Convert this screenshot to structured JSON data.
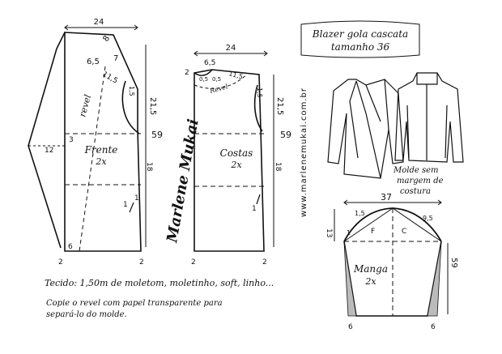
{
  "title": {
    "line1": "Blazer gola cascata",
    "line2": "tamanho 36"
  },
  "front": {
    "label": "Frente",
    "qty": "2x",
    "revel": "revel",
    "m_top": "24",
    "m_collar": "8",
    "m_shoulder_w": "6,5",
    "m_neck_side": "7",
    "m_shoulder": "11,5",
    "m_d15": "1,5",
    "m_bust_h": "21,5",
    "m_total_h": "59",
    "m_12": "12",
    "m_3": "3",
    "m_lower": "18",
    "m_1": "1",
    "m_hem": "6",
    "m_2a": "2",
    "m_2b": "2",
    "m_1b": "1"
  },
  "back": {
    "label": "Costas",
    "qty": "2x",
    "revel": "Revel",
    "m_top": "24",
    "m_neck_w": "6,5",
    "m_2": "2",
    "m_05a": "0,5",
    "m_05b": "0,5",
    "m_shoulder": "11,5",
    "m_d15": "1,5",
    "m_bust_h": "21,5",
    "m_total_h": "59",
    "m_lower": "18",
    "m_1": "1",
    "m_2a": "2",
    "m_2b": "2"
  },
  "sleeve": {
    "label": "Manga",
    "qty": "2x",
    "m_width": "37",
    "m_cap_h": "13",
    "m_15": "1,5",
    "m_95": "9,5",
    "m_1": "1",
    "m_length": "59",
    "f": "F",
    "c": "C",
    "m_6a": "6",
    "m_6b": "6"
  },
  "website": "www.marlenemukai.com.br",
  "signature": "Marlene Mukai",
  "note_seams": "Molde sem margem de costura",
  "fabric_note": "Tecido: 1,50m de moletom, moletinho, soft, linho...",
  "copy_note_1": "Copie o revel com papel transparente para",
  "copy_note_2": "separá-lo do molde."
}
